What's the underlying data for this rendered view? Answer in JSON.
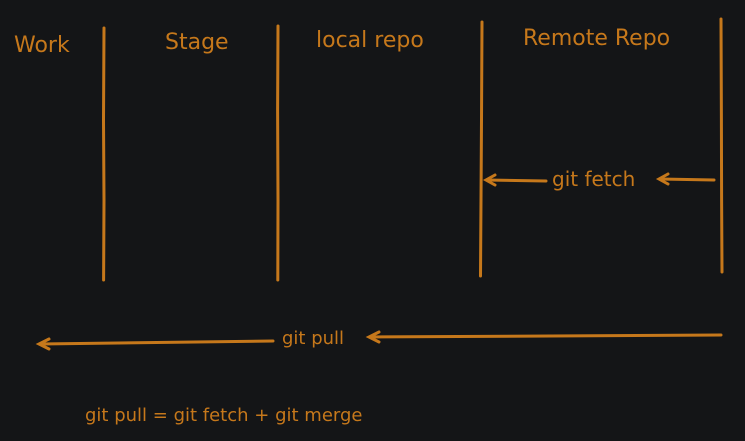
{
  "columns": {
    "work": "Work",
    "stage": "Stage",
    "local_repo": "local repo",
    "remote_repo": "Remote Repo"
  },
  "arrows": {
    "fetch_label": "git fetch",
    "pull_label": "git pull"
  },
  "equation": "git pull = git fetch + git merge",
  "colors": {
    "background": "#141517",
    "ink": "#c6781b"
  }
}
